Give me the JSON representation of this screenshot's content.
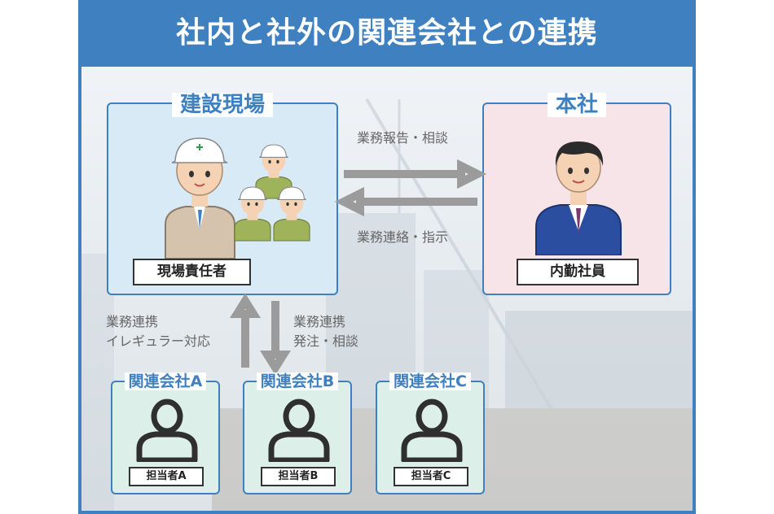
{
  "title": "社内と社外の関連会社との連携",
  "site": {
    "heading": "建設現場",
    "role": "現場責任者"
  },
  "hq": {
    "heading": "本社",
    "role": "内勤社員"
  },
  "links": {
    "to_hq": "業務報告・相談",
    "to_site": "業務連絡・指示",
    "site_up_1": "業務連携",
    "site_up_2": "イレギュラー対応",
    "site_down_1": "業務連携",
    "site_down_2": "発注・相談"
  },
  "companies": [
    {
      "name": "関連会社A",
      "contact": "担当者A"
    },
    {
      "name": "関連会社B",
      "contact": "担当者B"
    },
    {
      "name": "関連会社C",
      "contact": "担当者C"
    }
  ],
  "colors": {
    "accent": "#3e80c0",
    "site_bg": "#d8eaf6",
    "hq_bg": "#f6e4e9",
    "company_bg": "#dcefe8",
    "arrow": "#9b9b9b"
  }
}
